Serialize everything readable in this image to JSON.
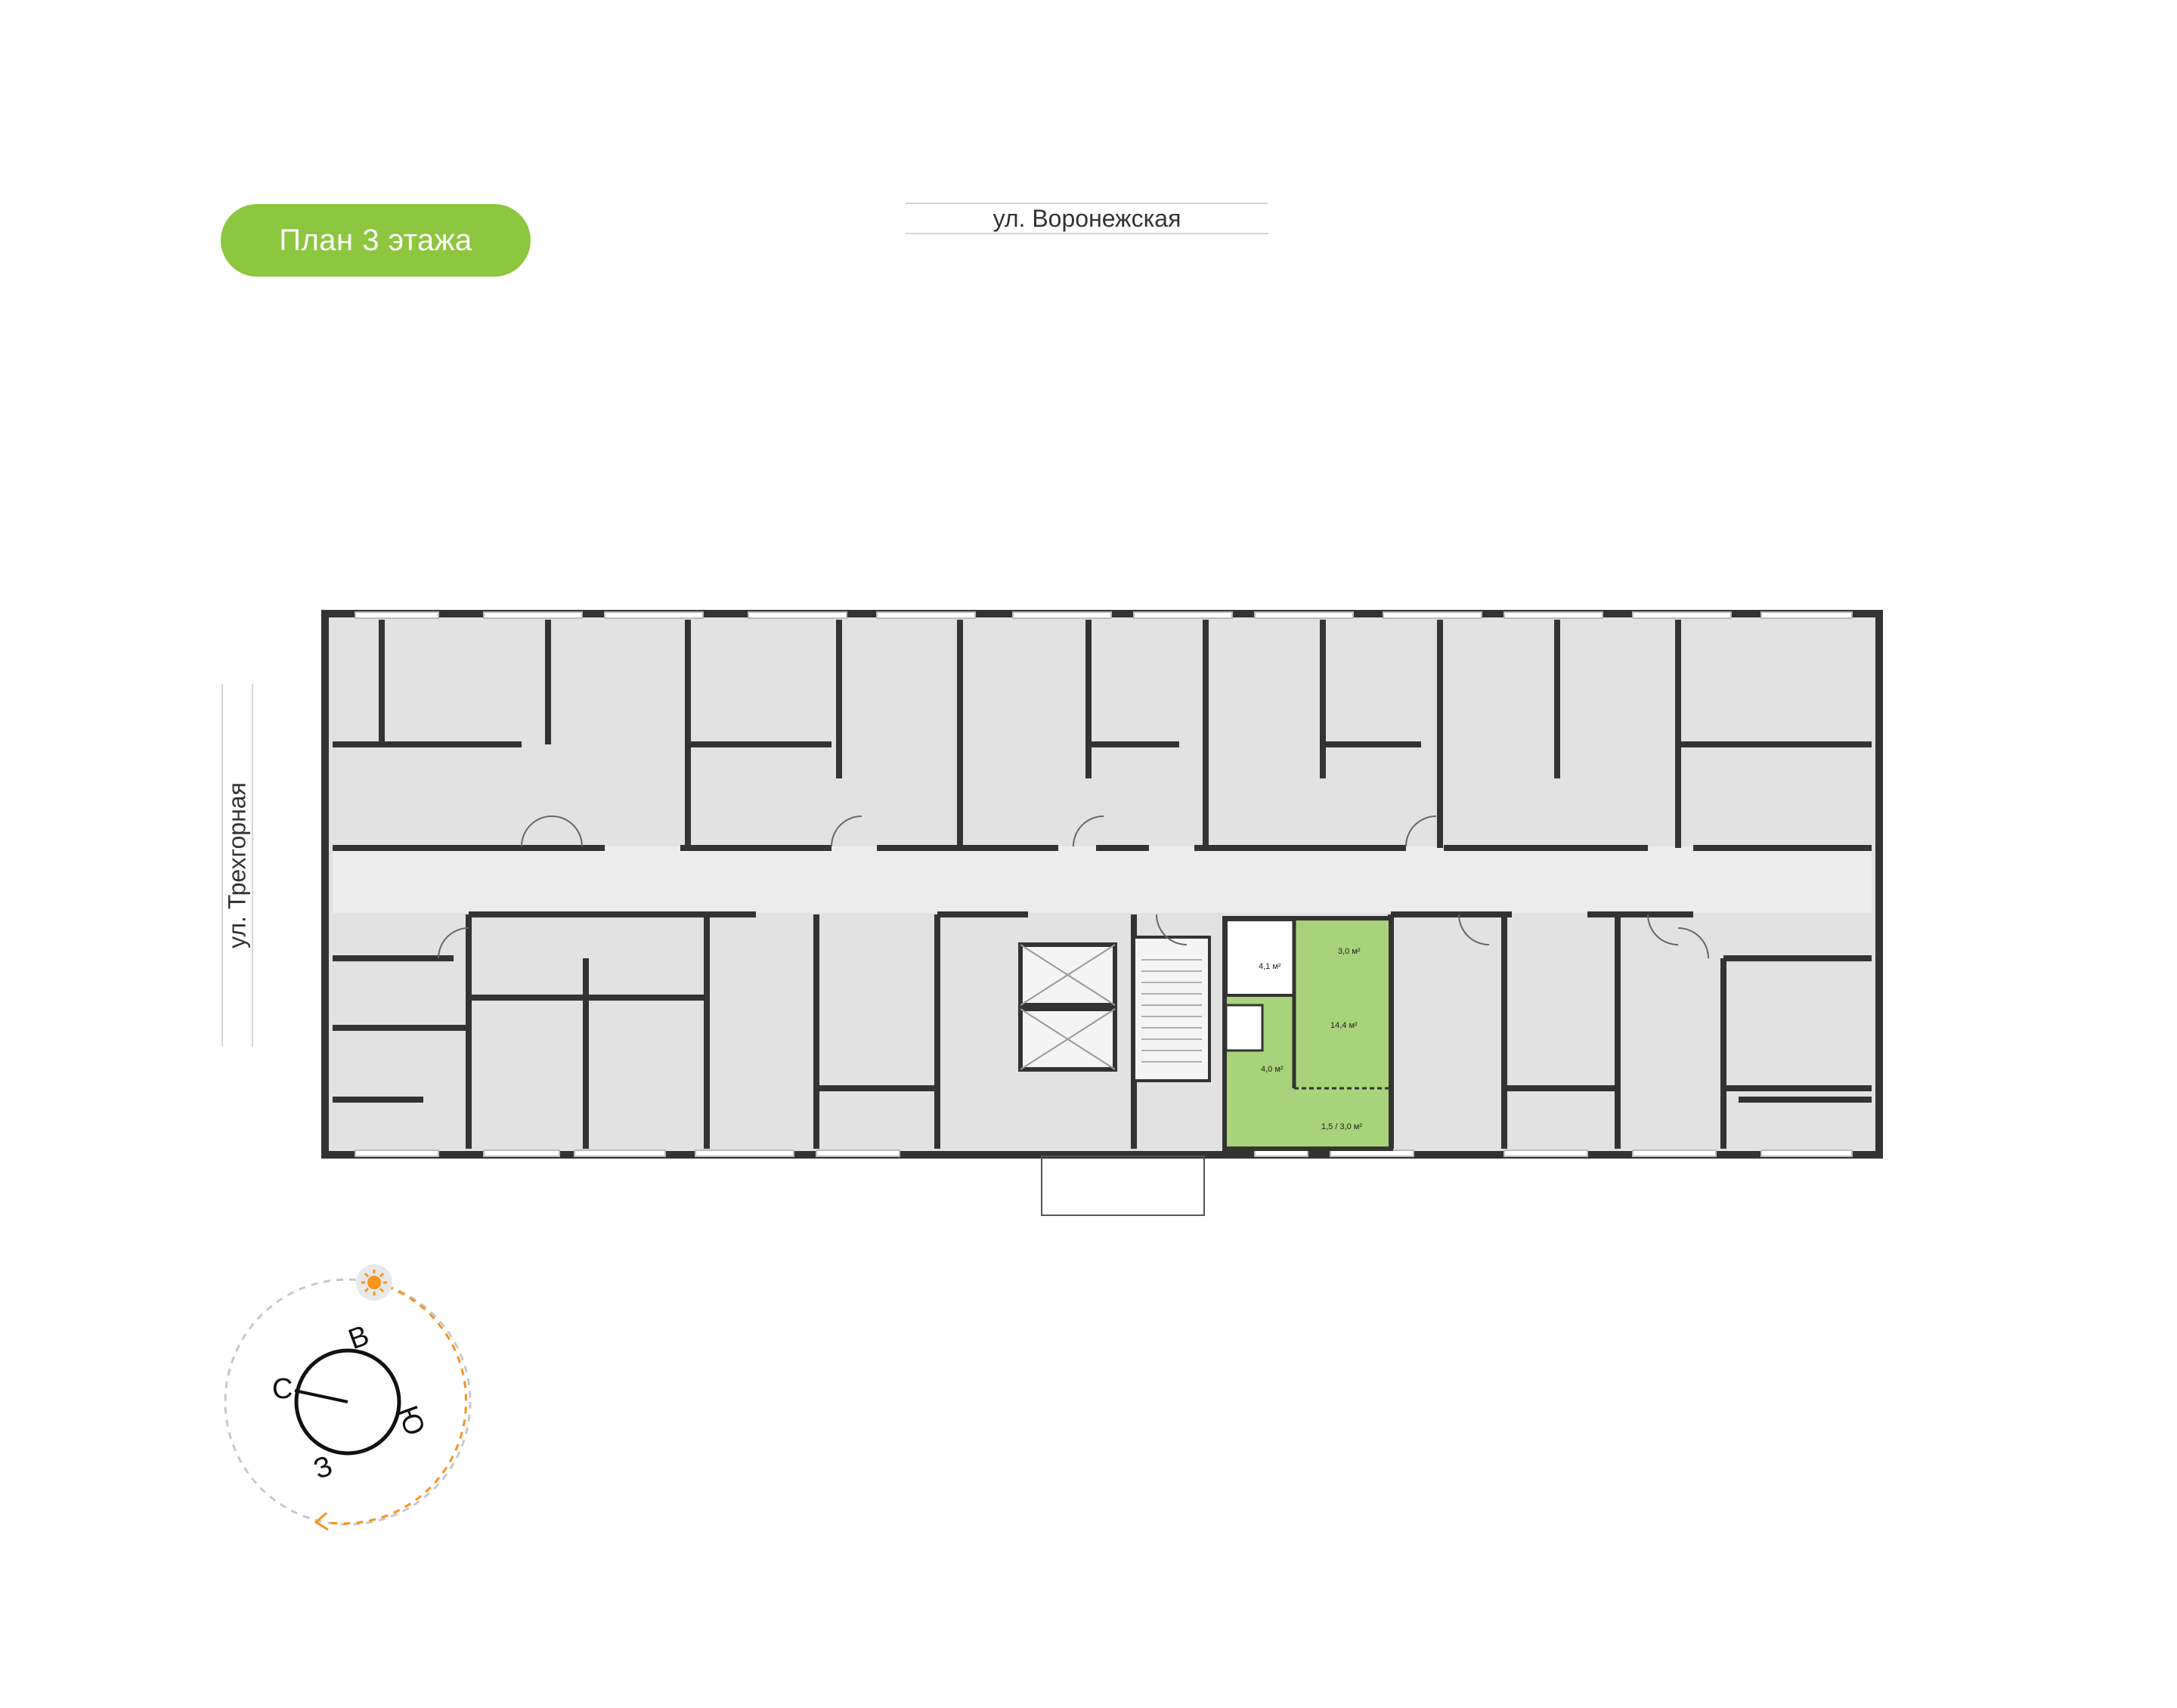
{
  "floor_badge": "План 3 этажа",
  "street_top": "ул. Воронежская",
  "street_left": "ул. Трехгорная",
  "highlight_color": "#8dc63f",
  "apartment_areas": {
    "a1": "3,0 м²",
    "a2": "4,1 м²",
    "a3": "14,4 м²",
    "a4": "4,0 м²",
    "a5": "1,5 / 3,0 м²"
  },
  "compass": {
    "north": "С",
    "east": "В",
    "south": "Ю",
    "west": "З",
    "sun_icon": "sun-icon"
  }
}
